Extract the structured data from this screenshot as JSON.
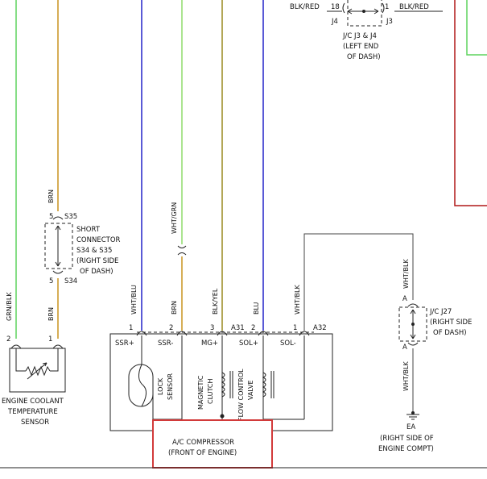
{
  "top_connector": {
    "left_wire": "BLK/RED",
    "left_pin": "18",
    "left_jc": "J4",
    "right_pin": "1",
    "right_wire": "BLK/RED",
    "right_jc": "J3",
    "desc_1": "J/C J3 & J4",
    "desc_2": "(LEFT END",
    "desc_3": "OF DASH)"
  },
  "short_connector": {
    "wire_top": "BRN",
    "pin_top": "5",
    "id_top": "S35",
    "pin_bottom": "5",
    "id_bottom": "S34",
    "line_1": "SHORT",
    "line_2": "CONNECTOR",
    "line_3": "S34 & S35",
    "line_4": "(RIGHT SIDE",
    "line_5": "OF DASH)"
  },
  "coolant_sensor": {
    "wire_left": "GRN/BLK",
    "wire_right": "BRN",
    "pin_left": "2",
    "pin_right": "1",
    "name_1": "ENGINE COOLANT",
    "name_2": "TEMPERATURE",
    "name_3": "SENSOR"
  },
  "compressor": {
    "wires": {
      "ssr_plus": "WHT/BLU",
      "ssr_minus": "BRN",
      "ssr_minus_upper": "WHT/GRN",
      "mg_plus": "BLK/YEL",
      "sol_plus": "BLU",
      "sol_minus": "WHT/BLK"
    },
    "pins": {
      "p1": "1",
      "p2": "2",
      "p3": "3",
      "conn_a31": "A31",
      "p4": "2",
      "p5": "1",
      "conn_a32": "A32"
    },
    "terminals": {
      "ssr_plus": "SSR+",
      "ssr_minus": "SSR-",
      "mg_plus": "MG+",
      "sol_plus": "SOL+",
      "sol_minus": "SOL-"
    },
    "components": {
      "lock_1": "LOCK",
      "lock_2": "SENSOR",
      "mag_1": "MAGNETIC",
      "mag_2": "CLUTCH",
      "flow_1": "FLOW CONTROL",
      "flow_2": "VALVE"
    },
    "title_1": "A/C COMPRESSOR",
    "title_2": "(FRONT OF ENGINE)"
  },
  "jc_j27": {
    "wire_top": "WHT/BLK",
    "pin_top": "A",
    "pin_bottom": "A",
    "wire_bottom": "WHT/BLK",
    "desc_1": "J/C J27",
    "desc_2": "(RIGHT SIDE",
    "desc_3": "OF DASH)"
  },
  "ground": {
    "id": "EA",
    "desc_1": "(RIGHT SIDE OF",
    "desc_2": "ENGINE COMPT)"
  },
  "colors": {
    "green": "#5fd35f",
    "orange": "#c8921e",
    "blue": "#2323c8",
    "lightgreen": "#8fdc6a",
    "olive": "#9a8a20",
    "red": "#b01818",
    "highlight": "#d23a3a"
  }
}
